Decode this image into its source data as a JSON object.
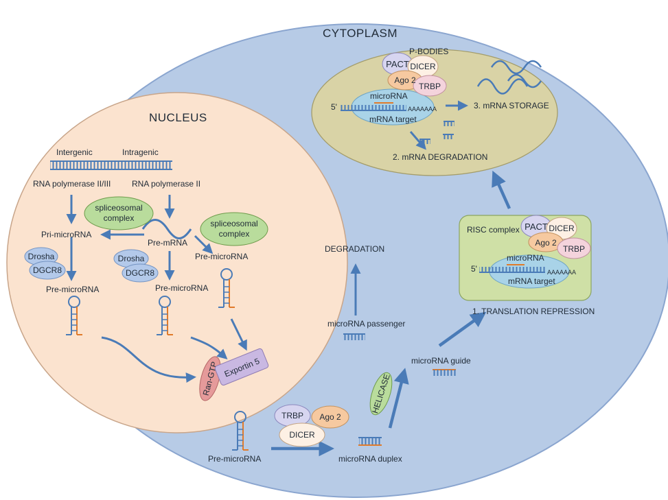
{
  "regions": {
    "cytoplasm": "CYTOPLASM",
    "nucleus": "NUCLEUS",
    "p_bodies": "P-BODIES",
    "risc": "RISC complex"
  },
  "nucleus": {
    "intergenic": "Intergenic",
    "intragenic": "Intragenic",
    "pol_2_3": "RNA polymerase II/III",
    "pol_2": "RNA polymerase II",
    "spliceosomal_1": [
      "spliceosomal",
      "complex"
    ],
    "spliceosomal_2": [
      "spliceosomal",
      "complex"
    ],
    "pri_microrna": "Pri-microRNA",
    "pre_mrna": "Pre-mRNA",
    "pre_microrna_right": "Pre-microRNA",
    "pre_microrna_left": "Pre-microRNA",
    "pre_microrna_mid": "Pre-microRNA",
    "drosha": "Drosha",
    "dgcr8": "DGCR8",
    "ran_gtp": "Ran-GTP",
    "exportin": "Exportin 5"
  },
  "cytoplasm": {
    "pre_microrna": "Pre-microRNA",
    "trbp": "TRBP",
    "ago2": "Ago 2",
    "dicer": "DICER",
    "duplex": "microRNA duplex",
    "helicase": "HELICASE",
    "passenger": "microRNA passenger",
    "degradation": "DEGRADATION",
    "guide": "microRNA guide"
  },
  "risc_box": {
    "pact": "PACT",
    "dicer": "DICER",
    "ago2": "Ago 2",
    "trbp": "TRBP",
    "microrna": "microRNA",
    "five_prime": "5'",
    "polya": "AAAAAAA",
    "mrna_target": "mRNA target",
    "outcome": "1. TRANSLATION REPRESSION"
  },
  "pbody": {
    "pact": "PACT",
    "dicer": "DICER",
    "ago2": "Ago 2",
    "trbp": "TRBP",
    "microrna": "microRNA",
    "five_prime": "5'",
    "polya": "AAAAAAA",
    "mrna_target": "mRNA target",
    "storage": "3. mRNA STORAGE",
    "degradation": "2. mRNA DEGRADATION"
  },
  "colors": {
    "cytoplasm": "#b7cbe6",
    "nucleus": "#fbe3cf",
    "pbody": "#d9d3a6",
    "risc": "#cfe0a6",
    "strand_blue": "#4a7bb7",
    "strand_orange": "#e07a2a",
    "protein_lilac": "#d7d5f0",
    "protein_orange": "#f6c9a0",
    "protein_pink": "#f4d3dc",
    "spliceosome_green": "#b9dc9c",
    "ran_red": "#e59a9a",
    "exportin_purple": "#c9b8e2",
    "drosha_blue": "#b3c9ea",
    "mrna_blob": "#a9d3e8"
  }
}
